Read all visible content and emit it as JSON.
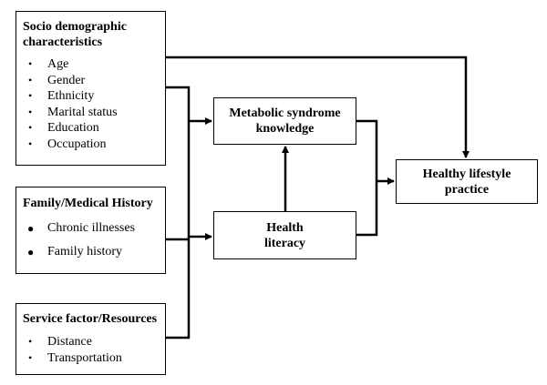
{
  "diagram": {
    "socio": {
      "title": "Socio demographic characteristics",
      "items": [
        "Age",
        "Gender",
        "Ethnicity",
        "Marital status",
        "Education",
        "Occupation"
      ]
    },
    "family": {
      "title": "Family/Medical History",
      "items": [
        "Chronic illnesses",
        "Family history"
      ]
    },
    "service": {
      "title": "Service factor/Resources",
      "items": [
        "Distance",
        "Transportation"
      ]
    },
    "metabolic": {
      "label": "Metabolic syndrome knowledge"
    },
    "health": {
      "label": "Health literacy"
    },
    "healthy": {
      "label": "Healthy lifestyle practice"
    }
  },
  "colors": {
    "stroke": "#000000",
    "background": "#ffffff"
  }
}
